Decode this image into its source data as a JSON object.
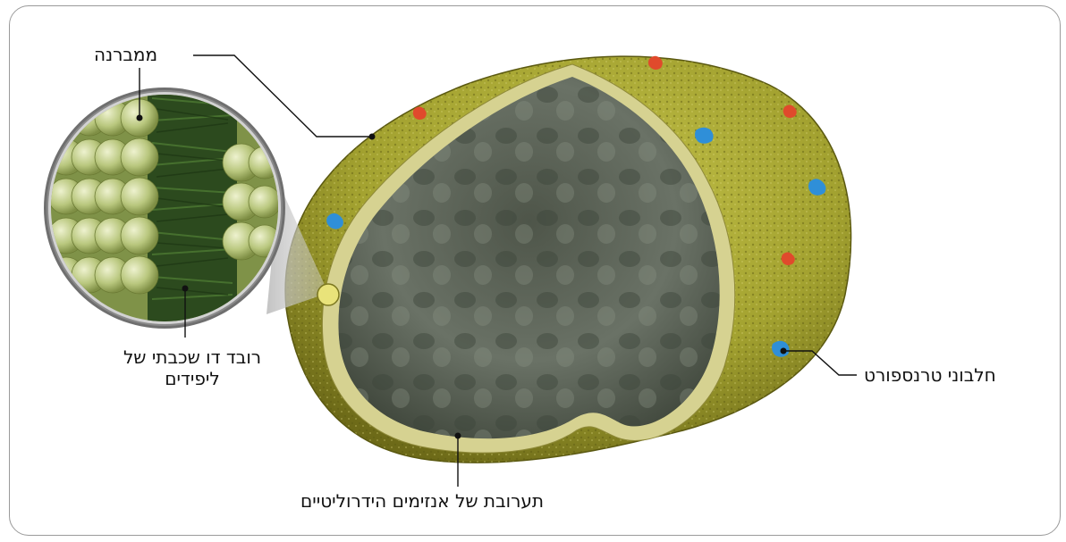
{
  "diagram": {
    "labels": {
      "membrane": "ממברנה",
      "lipid_bilayer": "רובד דו שכבתי של ליפידים",
      "transport_proteins": "חלבוני טרנספורט",
      "hydrolytic_enzymes": "תערובת של אנזימים הידרוליטיים"
    },
    "colors": {
      "membrane_outer": "#a6a432",
      "membrane_inner": "#c9c67a",
      "lumen": "#5b6356",
      "transport_protein": "#2f8fd8",
      "red_protein": "#e04a2c",
      "phospholipid_head": "#c8d59a",
      "lipid_tails": "#2c4a1e"
    }
  }
}
